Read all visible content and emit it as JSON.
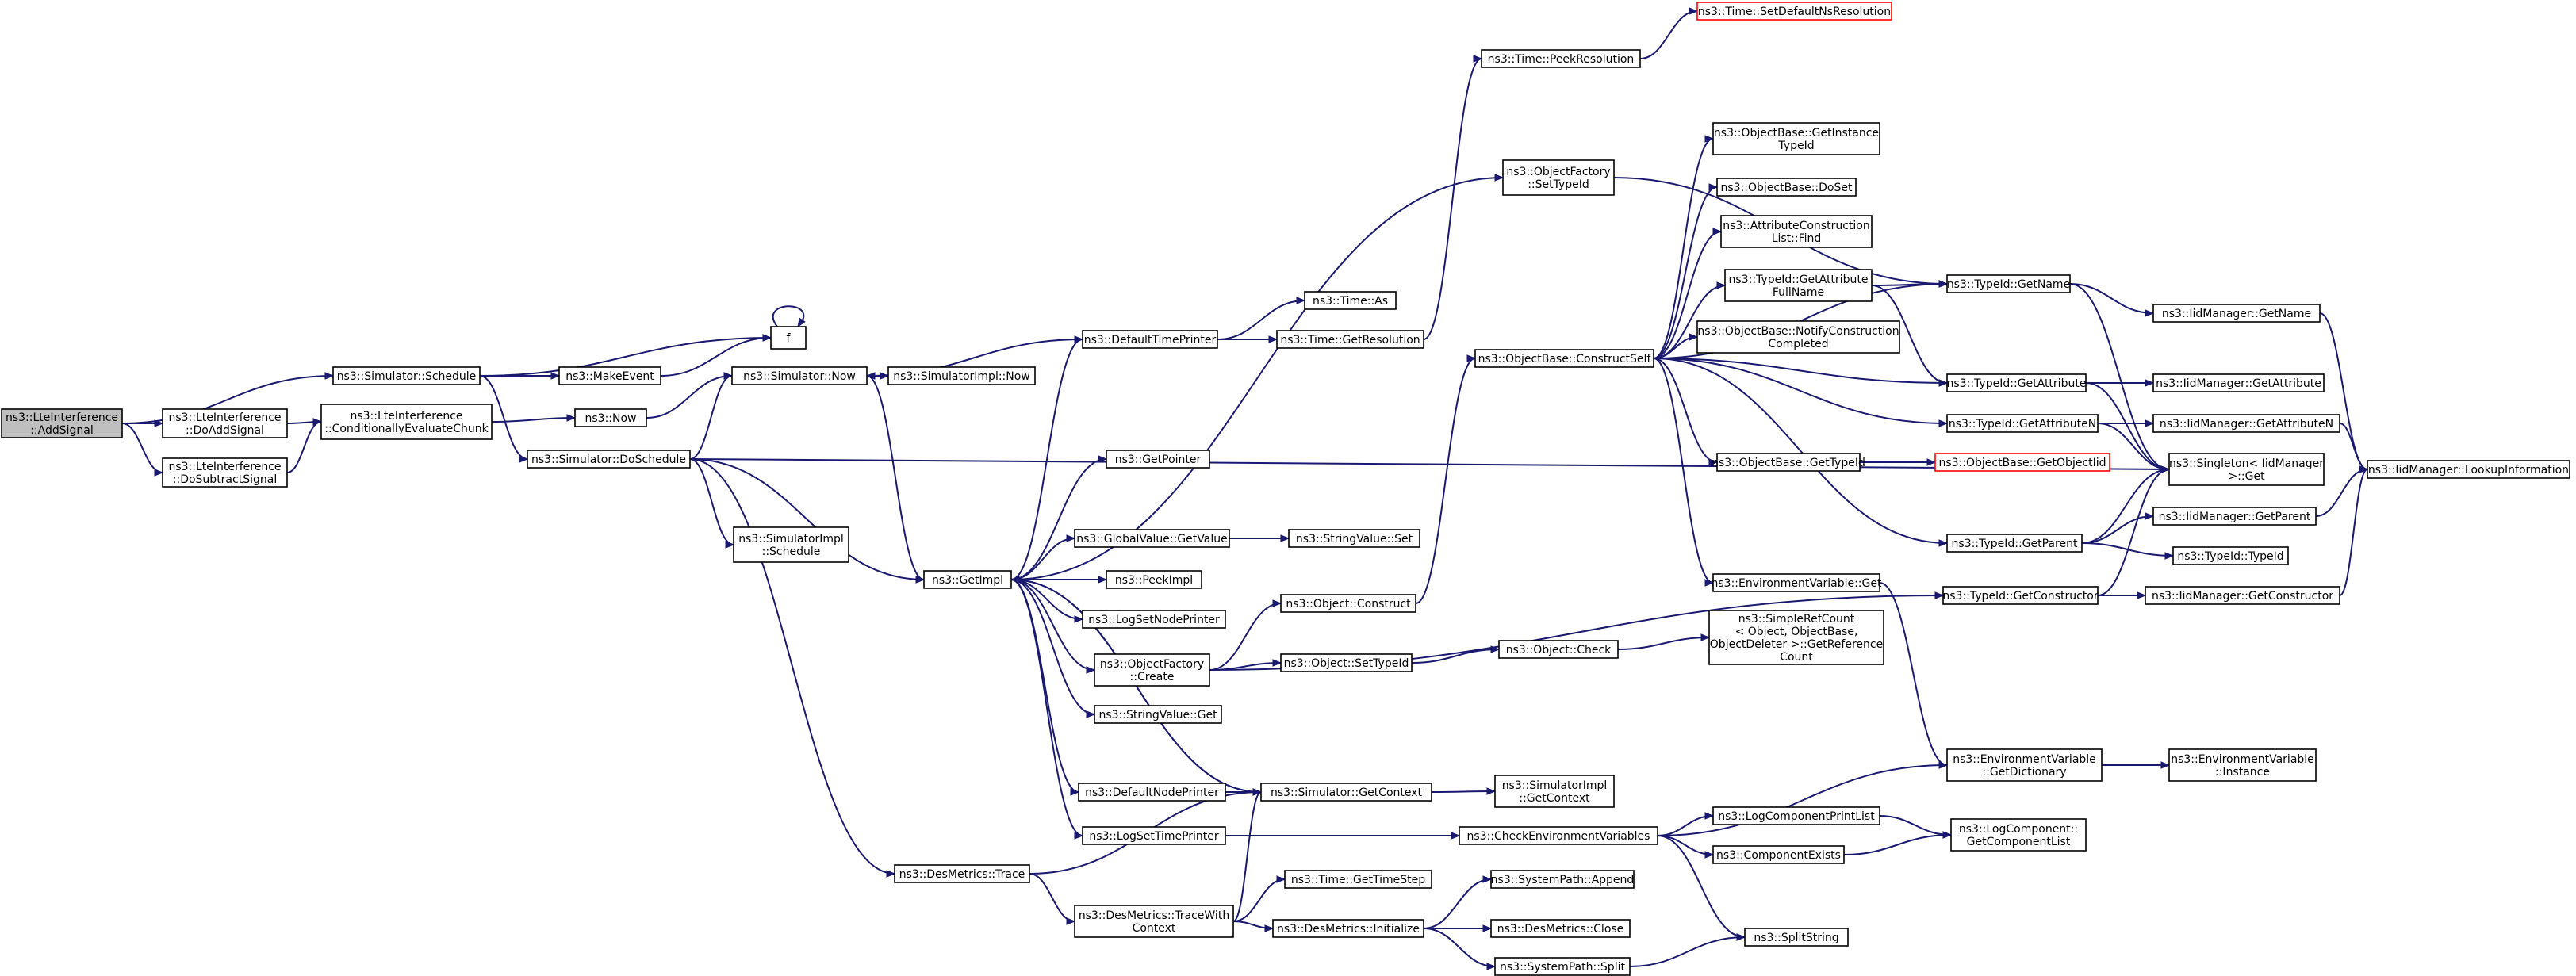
{
  "graph": {
    "title": "",
    "nodes": [
      {
        "id": "root",
        "lines": [
          "ns3::LteInterference",
          "::AddSignal"
        ],
        "kind": "root"
      },
      {
        "id": "sched",
        "lines": [
          "ns3::Simulator::Schedule"
        ]
      },
      {
        "id": "doadd",
        "lines": [
          "ns3::LteInterference",
          "::DoAddSignal"
        ]
      },
      {
        "id": "dosub",
        "lines": [
          "ns3::LteInterference",
          "::DoSubtractSignal"
        ]
      },
      {
        "id": "cond",
        "lines": [
          "ns3::LteInterference",
          "::ConditionallyEvaluateChunk"
        ]
      },
      {
        "id": "mkev",
        "lines": [
          "ns3::MakeEvent"
        ]
      },
      {
        "id": "f",
        "lines": [
          "f"
        ]
      },
      {
        "id": "now",
        "lines": [
          "ns3::Now"
        ]
      },
      {
        "id": "dosched",
        "lines": [
          "ns3::Simulator::DoSchedule"
        ]
      },
      {
        "id": "simnow",
        "lines": [
          "ns3::Simulator::Now"
        ]
      },
      {
        "id": "simimplnow",
        "lines": [
          "ns3::SimulatorImpl::Now"
        ]
      },
      {
        "id": "simimplsched",
        "lines": [
          "ns3::SimulatorImpl",
          "::Schedule"
        ]
      },
      {
        "id": "destrace",
        "lines": [
          "ns3::DesMetrics::Trace"
        ]
      },
      {
        "id": "getimpl",
        "lines": [
          "ns3::GetImpl"
        ]
      },
      {
        "id": "deftime",
        "lines": [
          "ns3::DefaultTimePrinter"
        ]
      },
      {
        "id": "getptr",
        "lines": [
          "ns3::GetPointer"
        ]
      },
      {
        "id": "gvget",
        "lines": [
          "ns3::GlobalValue::GetValue"
        ]
      },
      {
        "id": "svset",
        "lines": [
          "ns3::StringValue::Set"
        ]
      },
      {
        "id": "peekimpl",
        "lines": [
          "ns3::PeekImpl"
        ]
      },
      {
        "id": "lognode",
        "lines": [
          "ns3::LogSetNodePrinter"
        ]
      },
      {
        "id": "ofcreate",
        "lines": [
          "ns3::ObjectFactory",
          "::Create"
        ]
      },
      {
        "id": "svget",
        "lines": [
          "ns3::StringValue::Get"
        ]
      },
      {
        "id": "defnode",
        "lines": [
          "ns3::DefaultNodePrinter"
        ]
      },
      {
        "id": "logtime",
        "lines": [
          "ns3::LogSetTimePrinter"
        ]
      },
      {
        "id": "dtwc",
        "lines": [
          "ns3::DesMetrics::TraceWith",
          "Context"
        ]
      },
      {
        "id": "timeas",
        "lines": [
          "ns3::Time::As"
        ]
      },
      {
        "id": "getres",
        "lines": [
          "ns3::Time::GetResolution"
        ]
      },
      {
        "id": "peekres",
        "lines": [
          "ns3::Time::PeekResolution"
        ]
      },
      {
        "id": "setdefres",
        "lines": [
          "ns3::Time::SetDefaultNsResolution"
        ],
        "kind": "missing"
      },
      {
        "id": "ofsettid",
        "lines": [
          "ns3::ObjectFactory",
          "::SetTypeId"
        ]
      },
      {
        "id": "objconst",
        "lines": [
          "ns3::Object::Construct"
        ]
      },
      {
        "id": "objsettid",
        "lines": [
          "ns3::Object::SetTypeId"
        ]
      },
      {
        "id": "objcheck",
        "lines": [
          "ns3::Object::Check"
        ]
      },
      {
        "id": "srcget",
        "lines": [
          "ns3::SimpleRefCount",
          "< Object, ObjectBase,",
          "ObjectDeleter >::GetReference",
          "Count"
        ]
      },
      {
        "id": "simgetctx",
        "lines": [
          "ns3::Simulator::GetContext"
        ]
      },
      {
        "id": "simimplctx",
        "lines": [
          "ns3::SimulatorImpl",
          "::GetContext"
        ]
      },
      {
        "id": "checkenv",
        "lines": [
          "ns3::CheckEnvironmentVariables"
        ]
      },
      {
        "id": "gettimestep",
        "lines": [
          "ns3::Time::GetTimeStep"
        ]
      },
      {
        "id": "dminit",
        "lines": [
          "ns3::DesMetrics::Initialize"
        ]
      },
      {
        "id": "spappend",
        "lines": [
          "ns3::SystemPath::Append"
        ]
      },
      {
        "id": "dmclose",
        "lines": [
          "ns3::DesMetrics::Close"
        ]
      },
      {
        "id": "spsplit",
        "lines": [
          "ns3::SystemPath::Split"
        ]
      },
      {
        "id": "splitstr",
        "lines": [
          "ns3::SplitString"
        ]
      },
      {
        "id": "obconst",
        "lines": [
          "ns3::ObjectBase::ConstructSelf"
        ]
      },
      {
        "id": "obgetinst",
        "lines": [
          "ns3::ObjectBase::GetInstance",
          "TypeId"
        ]
      },
      {
        "id": "obdoset",
        "lines": [
          "ns3::ObjectBase::DoSet"
        ]
      },
      {
        "id": "acfind",
        "lines": [
          "ns3::AttributeConstruction",
          "List::Find"
        ]
      },
      {
        "id": "tidgaf",
        "lines": [
          "ns3::TypeId::GetAttribute",
          "FullName"
        ]
      },
      {
        "id": "obnotify",
        "lines": [
          "ns3::ObjectBase::NotifyConstruction",
          "Completed"
        ]
      },
      {
        "id": "obgettid",
        "lines": [
          "ns3::ObjectBase::GetTypeId"
        ]
      },
      {
        "id": "obgetoiid",
        "lines": [
          "ns3::ObjectBase::GetObjectIid"
        ],
        "kind": "missing"
      },
      {
        "id": "envget",
        "lines": [
          "ns3::EnvironmentVariable::Get"
        ]
      },
      {
        "id": "tidgetname",
        "lines": [
          "ns3::TypeId::GetName"
        ]
      },
      {
        "id": "tidgetattr",
        "lines": [
          "ns3::TypeId::GetAttribute"
        ]
      },
      {
        "id": "tidgetattrn",
        "lines": [
          "ns3::TypeId::GetAttributeN"
        ]
      },
      {
        "id": "tidgetparent",
        "lines": [
          "ns3::TypeId::GetParent"
        ]
      },
      {
        "id": "tidgetctor",
        "lines": [
          "ns3::TypeId::GetConstructor"
        ]
      },
      {
        "id": "tidtid",
        "lines": [
          "ns3::TypeId::TypeId"
        ]
      },
      {
        "id": "iidgetname",
        "lines": [
          "ns3::IidManager::GetName"
        ]
      },
      {
        "id": "iidgetattr",
        "lines": [
          "ns3::IidManager::GetAttribute"
        ]
      },
      {
        "id": "iidgetattrn",
        "lines": [
          "ns3::IidManager::GetAttributeN"
        ]
      },
      {
        "id": "singleton",
        "lines": [
          "ns3::Singleton< IidManager",
          ">::Get"
        ]
      },
      {
        "id": "iidgetparent",
        "lines": [
          "ns3::IidManager::GetParent"
        ]
      },
      {
        "id": "iidgetctor",
        "lines": [
          "ns3::IidManager::GetConstructor"
        ]
      },
      {
        "id": "iidlookup",
        "lines": [
          "ns3::IidManager::LookupInformation"
        ]
      },
      {
        "id": "envdict",
        "lines": [
          "ns3::EnvironmentVariable",
          "::GetDictionary"
        ]
      },
      {
        "id": "envinst",
        "lines": [
          "ns3::EnvironmentVariable",
          "::Instance"
        ]
      },
      {
        "id": "logcpl",
        "lines": [
          "ns3::LogComponentPrintList"
        ]
      },
      {
        "id": "compexists",
        "lines": [
          "ns3::ComponentExists"
        ]
      },
      {
        "id": "getcomplist",
        "lines": [
          "ns3::LogComponent::",
          "GetComponentList"
        ]
      }
    ],
    "edges": [
      [
        "root",
        "sched"
      ],
      [
        "root",
        "doadd"
      ],
      [
        "root",
        "dosub"
      ],
      [
        "sched",
        "f"
      ],
      [
        "sched",
        "mkev"
      ],
      [
        "sched",
        "dosched"
      ],
      [
        "mkev",
        "f"
      ],
      [
        "f",
        "f"
      ],
      [
        "doadd",
        "cond"
      ],
      [
        "dosub",
        "cond"
      ],
      [
        "cond",
        "now"
      ],
      [
        "now",
        "simnow"
      ],
      [
        "dosched",
        "simnow"
      ],
      [
        "dosched",
        "getimpl"
      ],
      [
        "dosched",
        "simimplsched"
      ],
      [
        "dosched",
        "destrace"
      ],
      [
        "dosched",
        "singleton"
      ],
      [
        "simnow",
        "simimplnow"
      ],
      [
        "simnow",
        "getimpl"
      ],
      [
        "getimpl",
        "deftime"
      ],
      [
        "getimpl",
        "ofsettid"
      ],
      [
        "getimpl",
        "getptr"
      ],
      [
        "getimpl",
        "gvget"
      ],
      [
        "getimpl",
        "peekimpl"
      ],
      [
        "getimpl",
        "lognode"
      ],
      [
        "getimpl",
        "ofcreate"
      ],
      [
        "getimpl",
        "svget"
      ],
      [
        "getimpl",
        "defnode"
      ],
      [
        "getimpl",
        "logtime"
      ],
      [
        "getimpl",
        "simgetctx"
      ],
      [
        "deftime",
        "simnow"
      ],
      [
        "deftime",
        "timeas"
      ],
      [
        "deftime",
        "getres"
      ],
      [
        "getres",
        "peekres"
      ],
      [
        "peekres",
        "setdefres"
      ],
      [
        "gvget",
        "svset"
      ],
      [
        "ofcreate",
        "objconst"
      ],
      [
        "ofcreate",
        "objsettid"
      ],
      [
        "ofcreate",
        "tidgetctor"
      ],
      [
        "objconst",
        "obconst"
      ],
      [
        "objsettid",
        "objcheck"
      ],
      [
        "objcheck",
        "srcget"
      ],
      [
        "defnode",
        "simgetctx"
      ],
      [
        "logtime",
        "checkenv"
      ],
      [
        "simgetctx",
        "simimplctx"
      ],
      [
        "simgetctx",
        "getimpl"
      ],
      [
        "destrace",
        "simgetctx"
      ],
      [
        "destrace",
        "dtwc"
      ],
      [
        "dtwc",
        "simgetctx"
      ],
      [
        "dtwc",
        "gettimestep"
      ],
      [
        "dtwc",
        "dminit"
      ],
      [
        "dminit",
        "spappend"
      ],
      [
        "dminit",
        "dmclose"
      ],
      [
        "dminit",
        "spsplit"
      ],
      [
        "spsplit",
        "splitstr"
      ],
      [
        "ofsettid",
        "tidgetname"
      ],
      [
        "checkenv",
        "envdict"
      ],
      [
        "checkenv",
        "logcpl"
      ],
      [
        "checkenv",
        "compexists"
      ],
      [
        "checkenv",
        "splitstr"
      ],
      [
        "logcpl",
        "getcomplist"
      ],
      [
        "compexists",
        "getcomplist"
      ],
      [
        "obconst",
        "tidgetname"
      ],
      [
        "obconst",
        "obgetinst"
      ],
      [
        "obconst",
        "obdoset"
      ],
      [
        "obconst",
        "acfind"
      ],
      [
        "obconst",
        "tidgaf"
      ],
      [
        "obconst",
        "obnotify"
      ],
      [
        "obconst",
        "tidgetattr"
      ],
      [
        "obconst",
        "tidgetattrn"
      ],
      [
        "obconst",
        "obgettid"
      ],
      [
        "obconst",
        "envget"
      ],
      [
        "obconst",
        "tidgetparent"
      ],
      [
        "tidgaf",
        "tidgetname"
      ],
      [
        "tidgaf",
        "tidgetattr"
      ],
      [
        "obgettid",
        "obgetoiid"
      ],
      [
        "envget",
        "envdict"
      ],
      [
        "envdict",
        "envinst"
      ],
      [
        "tidgetname",
        "iidgetname"
      ],
      [
        "tidgetname",
        "singleton"
      ],
      [
        "tidgetattr",
        "iidgetattr"
      ],
      [
        "tidgetattr",
        "singleton"
      ],
      [
        "tidgetattrn",
        "iidgetattrn"
      ],
      [
        "tidgetattrn",
        "singleton"
      ],
      [
        "tidgetparent",
        "singleton"
      ],
      [
        "tidgetparent",
        "iidgetparent"
      ],
      [
        "tidgetparent",
        "tidtid"
      ],
      [
        "tidgetctor",
        "singleton"
      ],
      [
        "tidgetctor",
        "iidgetctor"
      ],
      [
        "iidgetname",
        "iidlookup"
      ],
      [
        "iidgetattrn",
        "iidlookup"
      ],
      [
        "iidgetparent",
        "iidlookup"
      ],
      [
        "iidgetctor",
        "iidlookup"
      ]
    ],
    "colors": {
      "edge": "#191970",
      "node_border": "#000000",
      "root_fill": "#bfbfbf",
      "missing_border": "#ff0000"
    }
  }
}
